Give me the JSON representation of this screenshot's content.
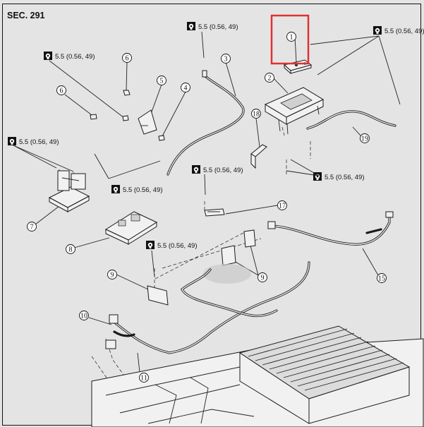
{
  "section_title": "SEC. 291",
  "torque_spec": "5.5 (0.56, 49)",
  "callouts": [
    "1",
    "2",
    "3",
    "4",
    "5",
    "6",
    "6",
    "7",
    "8",
    "9",
    "9",
    "10",
    "11",
    "15",
    "17",
    "18",
    "19"
  ],
  "highlight_color": "#e03030",
  "icon": "torque-wrench-icon"
}
